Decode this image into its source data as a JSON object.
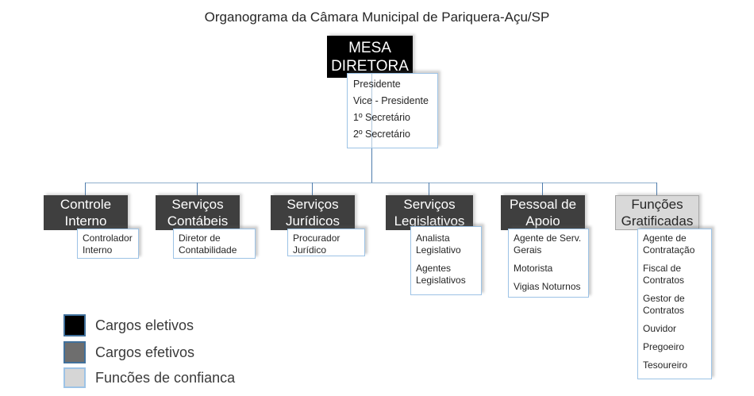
{
  "title": "Organograma da Câmara Municipal de Pariquera-Açu/SP",
  "root": {
    "label": "MESA DIRETORA",
    "members": [
      "Presidente",
      "Vice - Presidente",
      "1º Secretário",
      "2º Secretário"
    ]
  },
  "branches": [
    {
      "label": "Controle Interno",
      "positions": [
        "Controlador Interno"
      ]
    },
    {
      "label": "Serviços Contábeis",
      "positions": [
        "Diretor de Contabilidade"
      ]
    },
    {
      "label": "Serviços Jurídicos",
      "positions": [
        "Procurador Jurídico"
      ]
    },
    {
      "label": "Serviços Legislativos",
      "positions": [
        "Analista Legislativo",
        "Agentes Legislativos"
      ]
    },
    {
      "label": "Pessoal de Apoio",
      "positions": [
        "Agente de Serv. Gerais",
        "Motorista",
        "Vigias Noturnos"
      ]
    },
    {
      "label": "Funções Gratificadas",
      "positions": [
        "Agente de Contratação",
        "Fiscal de Contratos",
        "Gestor de Contratos",
        "Ouvidor",
        "Pregoeiro",
        "Tesoureiro"
      ]
    }
  ],
  "legend": [
    {
      "label": "Cargos eletivos",
      "swatch": "#000000",
      "border": "#41719C"
    },
    {
      "label": "Cargos efetivos",
      "swatch": "#6E6E6E",
      "border": "#41719C"
    },
    {
      "label": "Funcões de confianca",
      "swatch": "#D6D6D6",
      "border": "#9DC3E6"
    }
  ],
  "colors": {
    "elected_box": "#000000",
    "staff_box": "#3F3F3F",
    "gratified_box": "#D9D9D9",
    "white_box_border": "#9DC3E6",
    "connector": "#4E7CAC",
    "rail": "#8FAECC"
  }
}
